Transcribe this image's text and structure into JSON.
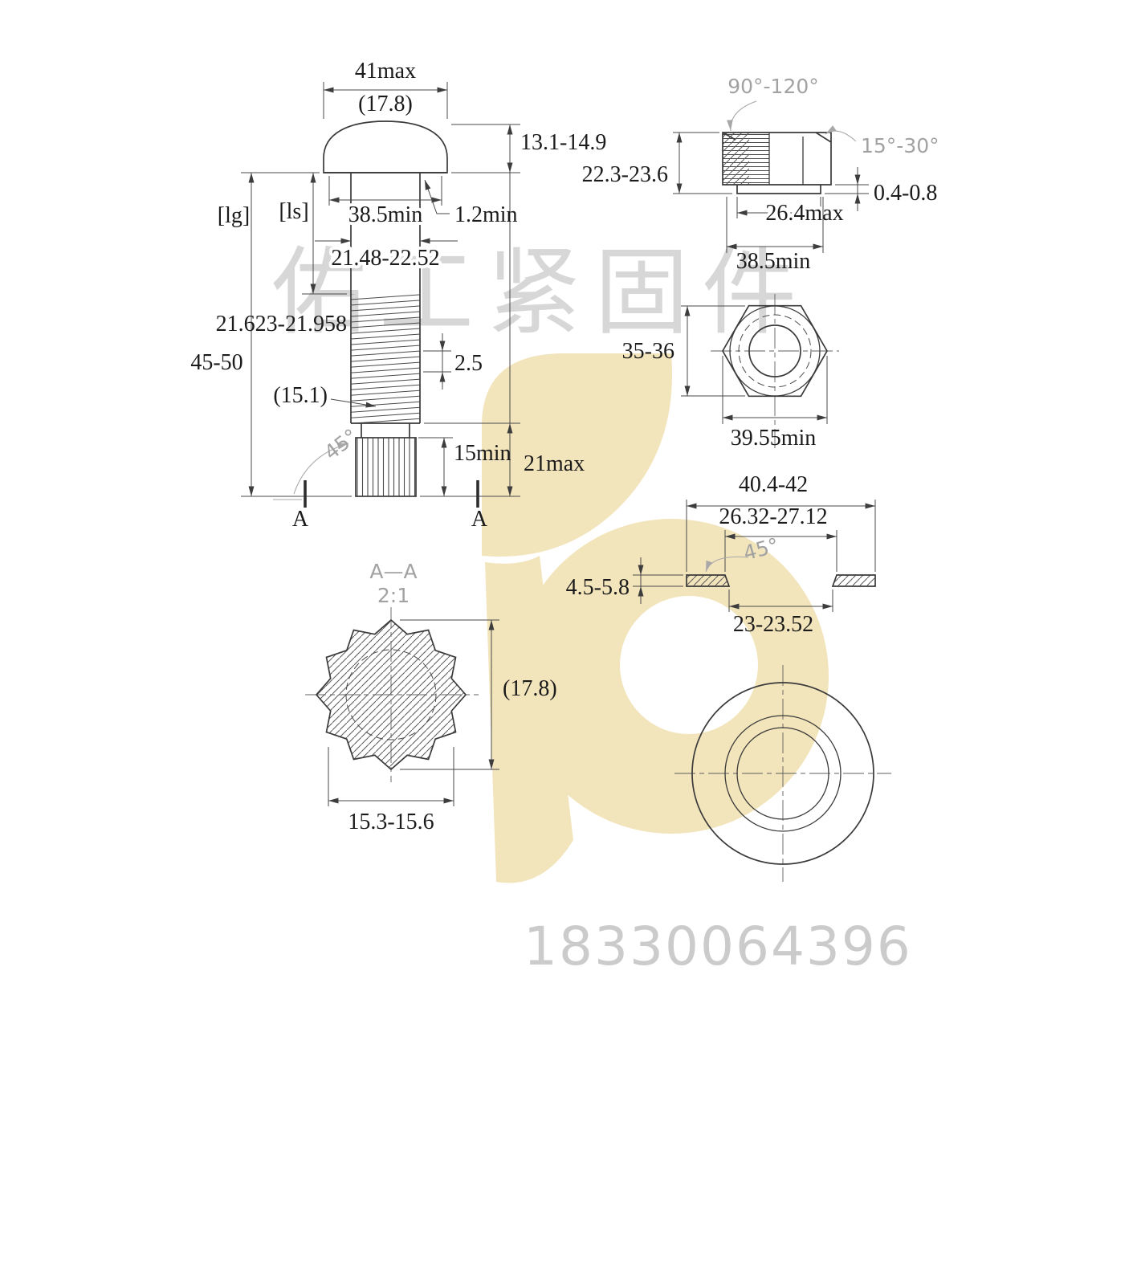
{
  "colors": {
    "line": "#3a3a3a",
    "dim_text": "#1b1b1b",
    "annotation_gray": "#a2a2a2",
    "logo_yellow": "#f2e4bb",
    "watermark_gray": "#c9c9c9"
  },
  "watermark": {
    "company": "佑工紧固件",
    "phone": "18330064396"
  },
  "bolt": {
    "head_width": "41max",
    "head_ref": "(17.8)",
    "head_height": "13.1-14.9",
    "grip_label": "[lg]",
    "shank_label": "[ls]",
    "bearing_dia": "38.5min",
    "fillet_radius": "1.2min",
    "body_dia": "21.48-22.52",
    "thread_dia": "21.623-21.958",
    "length": "45-50",
    "pitch": "2.5",
    "root_ref": "(15.1)",
    "chamfer_angle": "45°",
    "spline_length": "15min",
    "thread_length": "21max",
    "section_label": "A"
  },
  "section_aa": {
    "title": "A—A",
    "scale": "2:1",
    "outer_ref": "(17.8)",
    "spline_dia": "15.3-15.6"
  },
  "nut_side": {
    "countersink_angle": "90°-120°",
    "corner_chamfer": "15°-30°",
    "height": "22.3-23.6",
    "washer_face_height": "0.4-0.8",
    "washer_face_dia": "26.4max",
    "bearing_dia": "38.5min"
  },
  "nut_top": {
    "across_flats": "35-36",
    "across_corners": "39.55min"
  },
  "washer": {
    "outer_dia": "40.4-42",
    "chamfer_dia": "26.32-27.12",
    "chamfer_angle": "45°",
    "thickness": "4.5-5.8",
    "hole_dia": "23-23.52"
  }
}
